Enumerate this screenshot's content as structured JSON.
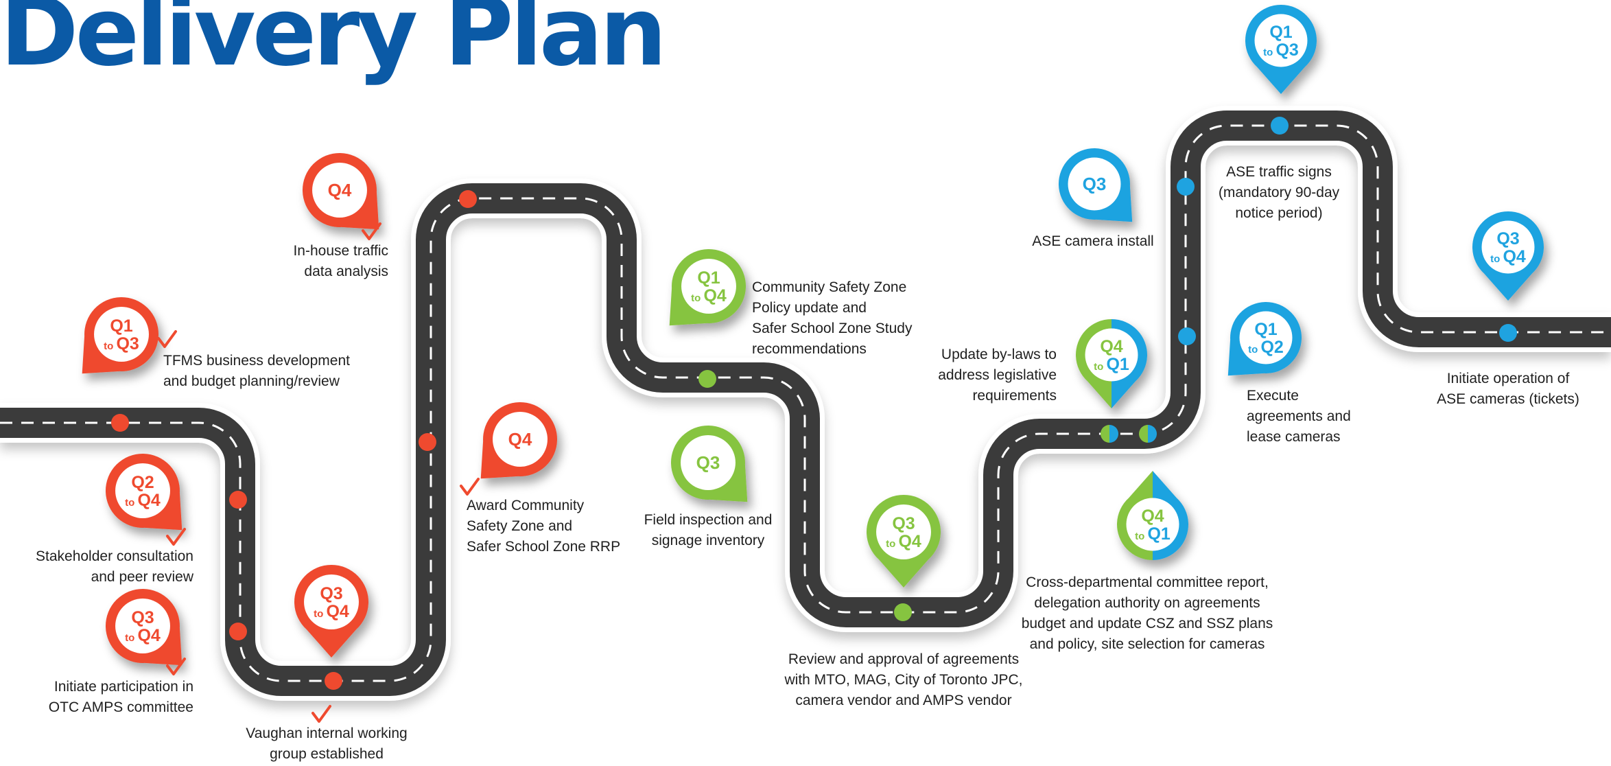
{
  "title": "Delivery Plan",
  "colors": {
    "road": "#3b3b3b",
    "red": "#ef4a2f",
    "green": "#86c440",
    "blue": "#1fa3e0",
    "check": "#ef4a2f",
    "title": "#0b5aa6"
  },
  "milestones": [
    {
      "id": "tfms",
      "q_from": "Q1",
      "q_to": "Q3",
      "color": "red",
      "done": true,
      "lines": [
        "TFMS business development",
        "and budget planning/review"
      ]
    },
    {
      "id": "stakeholder",
      "q_from": "Q2",
      "q_to": "Q4",
      "color": "red",
      "done": true,
      "lines": [
        "Stakeholder consultation",
        "and peer review"
      ]
    },
    {
      "id": "otc",
      "q_from": "Q3",
      "q_to": "Q4",
      "color": "red",
      "done": true,
      "lines": [
        "Initiate participation in",
        "OTC AMPS committee"
      ]
    },
    {
      "id": "working-group",
      "q_from": "Q3",
      "q_to": "Q4",
      "color": "red",
      "done": true,
      "lines": [
        "Vaughan internal working",
        "group established"
      ]
    },
    {
      "id": "traffic-data",
      "q_from": "Q4",
      "q_to": "",
      "color": "red",
      "done": true,
      "lines": [
        "In-house traffic",
        "data analysis"
      ]
    },
    {
      "id": "award",
      "q_from": "Q4",
      "q_to": "",
      "color": "red",
      "done": true,
      "lines": [
        "Award Community",
        "Safety Zone and",
        "Safer School Zone RRP"
      ]
    },
    {
      "id": "csz-policy",
      "q_from": "Q1",
      "q_to": "Q4",
      "color": "green",
      "done": false,
      "lines": [
        "Community Safety Zone",
        "Policy update and",
        "Safer School Zone Study",
        "recommendations"
      ]
    },
    {
      "id": "field",
      "q_from": "Q3",
      "q_to": "",
      "color": "green",
      "done": false,
      "lines": [
        "Field inspection and",
        "signage inventory"
      ]
    },
    {
      "id": "review",
      "q_from": "Q3",
      "q_to": "Q4",
      "color": "green",
      "done": false,
      "lines": [
        "Review and approval of agreements",
        "with MTO, MAG, City of Toronto JPC,",
        "camera vendor and AMPS vendor"
      ]
    },
    {
      "id": "bylaws",
      "q_from": "Q4",
      "q_to": "Q1",
      "color": "split",
      "done": false,
      "lines": [
        "Update by-laws to",
        "address legislative",
        "requirements"
      ]
    },
    {
      "id": "committee",
      "q_from": "Q4",
      "q_to": "Q1",
      "color": "split",
      "done": false,
      "lines": [
        "Cross-departmental committee report,",
        "delegation authority on agreements",
        "budget and update CSZ and SSZ plans",
        "and policy, site selection for cameras"
      ]
    },
    {
      "id": "camera-install",
      "q_from": "Q3",
      "q_to": "",
      "color": "blue",
      "done": false,
      "lines": [
        "ASE camera install"
      ]
    },
    {
      "id": "agreements",
      "q_from": "Q1",
      "q_to": "Q2",
      "color": "blue",
      "done": false,
      "lines": [
        "Execute",
        "agreements and",
        "lease cameras"
      ]
    },
    {
      "id": "signs",
      "q_from": "Q1",
      "q_to": "Q3",
      "color": "blue",
      "done": false,
      "lines": [
        "ASE traffic signs",
        "(mandatory 90-day",
        "notice period)"
      ]
    },
    {
      "id": "operation",
      "q_from": "Q3",
      "q_to": "Q4",
      "color": "blue",
      "done": false,
      "lines": [
        "Initiate operation of",
        "ASE cameras (tickets)"
      ]
    }
  ],
  "to_word": "to"
}
